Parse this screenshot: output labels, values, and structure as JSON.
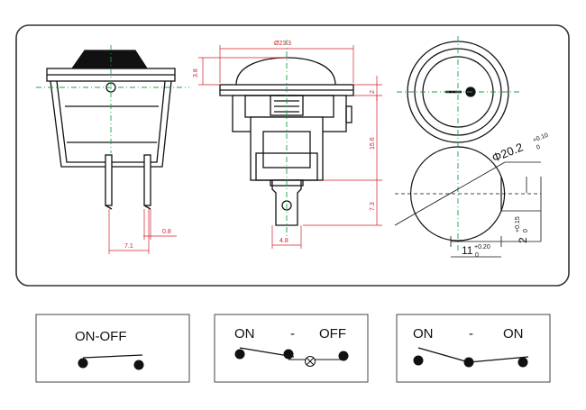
{
  "drawing": {
    "dimensions": {
      "overall_width": "Ø23.3",
      "cap_height": "3.8",
      "flange_thickness": "2",
      "body_height": "15.6",
      "terminal_height": "7.3",
      "terminal_width": "4.8",
      "terminal_thickness": "0.8",
      "terminal_spacing": "7.1",
      "panel_cutout_diameter": "Φ20.2",
      "panel_cutout_tolerance_upper": "+0.10",
      "panel_cutout_tolerance_lower": "0",
      "flat_offset": "11",
      "flat_offset_tolerance_upper": "+0.20",
      "flat_offset_tolerance_lower": "0",
      "flat_depth": "2",
      "flat_depth_tolerance_upper": "+0.15",
      "flat_depth_tolerance_lower": "0"
    }
  },
  "schematics": [
    {
      "labels": [
        "ON-OFF"
      ]
    },
    {
      "labels": [
        "ON",
        "-",
        "OFF"
      ]
    },
    {
      "labels": [
        "ON",
        "-",
        "ON"
      ]
    }
  ],
  "colors": {
    "outline": "#111111",
    "dimension": "#d0202a",
    "centerline": "#19a34a",
    "frame": "#444444"
  }
}
